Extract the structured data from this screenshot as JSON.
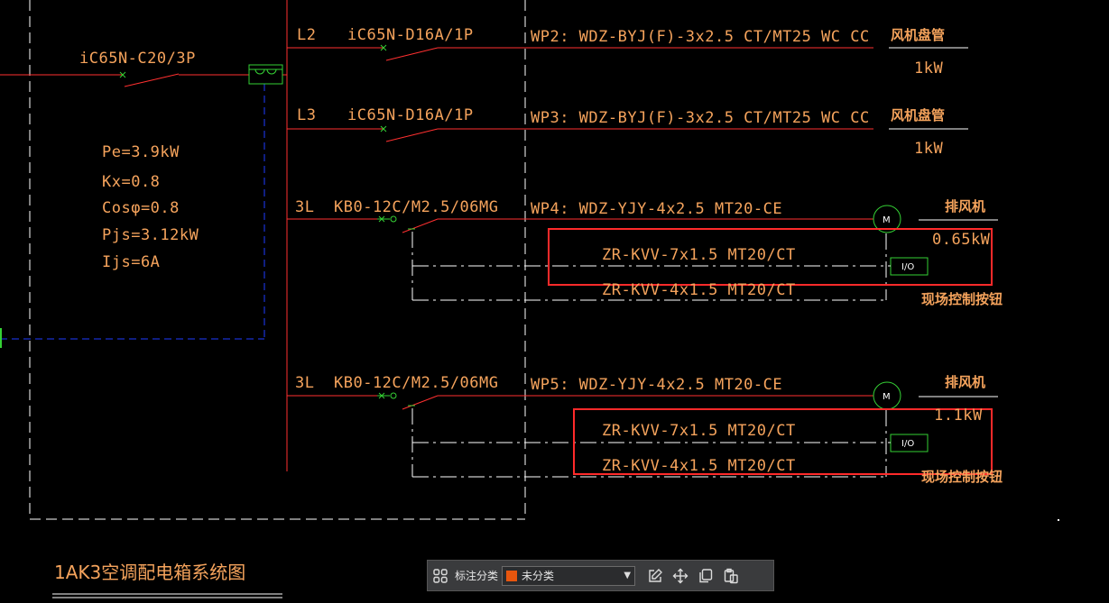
{
  "colors": {
    "red": "#ff3030",
    "orange": "#f5a35c",
    "green": "#35d135",
    "blue": "#1e3cff",
    "highlight": "#ff2a2a",
    "swatch": "#e8560e"
  },
  "diagram": {
    "main_breaker": "iC65N-C20/3P",
    "load_info": [
      "Pe=3.9kW",
      "Kx=0.8",
      "Cosφ=0.8",
      "Pjs=3.12kW",
      "Ijs=6A"
    ],
    "circuits": [
      {
        "phase": "L2",
        "breaker": "iC65N-D16A/1P",
        "cable": "WP2: WDZ-BYJ(F)-3x2.5 CT/MT25 WC CC",
        "load_name": "风机盘管",
        "power": "1kW"
      },
      {
        "phase": "L3",
        "breaker": "iC65N-D16A/1P",
        "cable": "WP3: WDZ-BYJ(F)-3x2.5 CT/MT25 WC CC",
        "load_name": "风机盘管",
        "power": "1kW"
      },
      {
        "phase": "3L",
        "breaker": "KB0-12C/M2.5/06MG",
        "cable": "WP4: WDZ-YJY-4x2.5 MT20-CE",
        "load_name": "排风机",
        "power": "0.65kW",
        "control_cable_1": "ZR-KVV-7x1.5 MT20/CT",
        "control_cable_2": "ZR-KVV-4x1.5 MT20/CT",
        "io_label": "I/O",
        "motor": "M",
        "button_label": "现场控制按钮"
      },
      {
        "phase": "3L",
        "breaker": "KB0-12C/M2.5/06MG",
        "cable": "WP5: WDZ-YJY-4x2.5 MT20-CE",
        "load_name": "排风机",
        "power": "1.1kW",
        "control_cable_1": "ZR-KVV-7x1.5 MT20/CT",
        "control_cable_2": "ZR-KVV-4x1.5 MT20/CT",
        "io_label": "I/O",
        "motor": "M",
        "button_label": "现场控制按钮"
      }
    ],
    "drawing_title": "1AK3空调配电箱系统图"
  },
  "toolbar": {
    "grid_icon": "grid-icon",
    "category_label": "标注分类",
    "category_value": "未分类",
    "icons": [
      "edit-icon",
      "move-icon",
      "copy-icon",
      "paste-icon"
    ]
  }
}
